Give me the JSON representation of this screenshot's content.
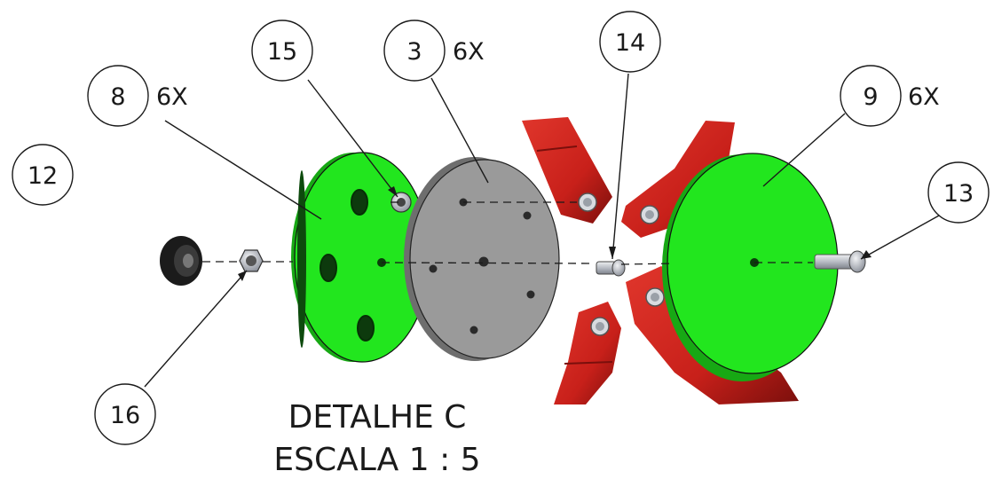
{
  "caption": {
    "line1": "DETALHE C",
    "line2": "ESCALA 1 : 5"
  },
  "balloons": [
    {
      "id": "12",
      "label": "12",
      "qty": ""
    },
    {
      "id": "8",
      "label": "8",
      "qty": "6X"
    },
    {
      "id": "15",
      "label": "15",
      "qty": ""
    },
    {
      "id": "3",
      "label": "3",
      "qty": "6X"
    },
    {
      "id": "14",
      "label": "14",
      "qty": ""
    },
    {
      "id": "9",
      "label": "9",
      "qty": "6X"
    },
    {
      "id": "13",
      "label": "13",
      "qty": ""
    },
    {
      "id": "16",
      "label": "16",
      "qty": ""
    }
  ],
  "colors": {
    "green_disc": "#22e61e",
    "gray_disc": "#9a9a9a",
    "red_arm": "#c8201a",
    "hardware": "#b8bcc4",
    "black_part": "#1b1b1b"
  }
}
